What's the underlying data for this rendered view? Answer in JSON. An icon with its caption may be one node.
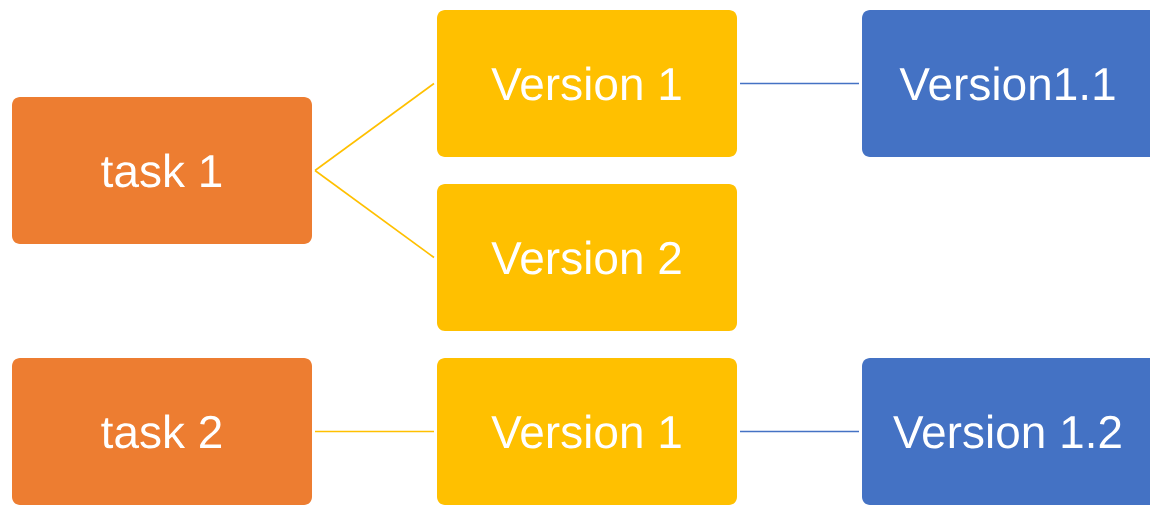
{
  "diagram": {
    "nodes": [
      {
        "text": [
          "task 1"
        ]
      },
      {
        "text": [
          "Version 1"
        ]
      },
      {
        "text": [
          "Version1.1"
        ]
      },
      {
        "text": [
          "Version 2"
        ]
      },
      {
        "text": [
          "task 2"
        ]
      },
      {
        "text": [
          "Version 1"
        ]
      },
      {
        "text": [
          "Version 1.2"
        ]
      }
    ],
    "edges": [
      {
        "from": 0,
        "to": 1,
        "arrow": "none",
        "color": "#ffc000"
      },
      {
        "from": 0,
        "to": 3,
        "arrow": "none",
        "color": "#ffc000"
      },
      {
        "from": 1,
        "to": 2,
        "arrow": "none",
        "color": "#4472c4"
      },
      {
        "from": 4,
        "to": 5,
        "arrow": "none",
        "color": "#ffc000"
      },
      {
        "from": 5,
        "to": 6,
        "arrow": "none",
        "color": "#4472c4"
      }
    ]
  }
}
